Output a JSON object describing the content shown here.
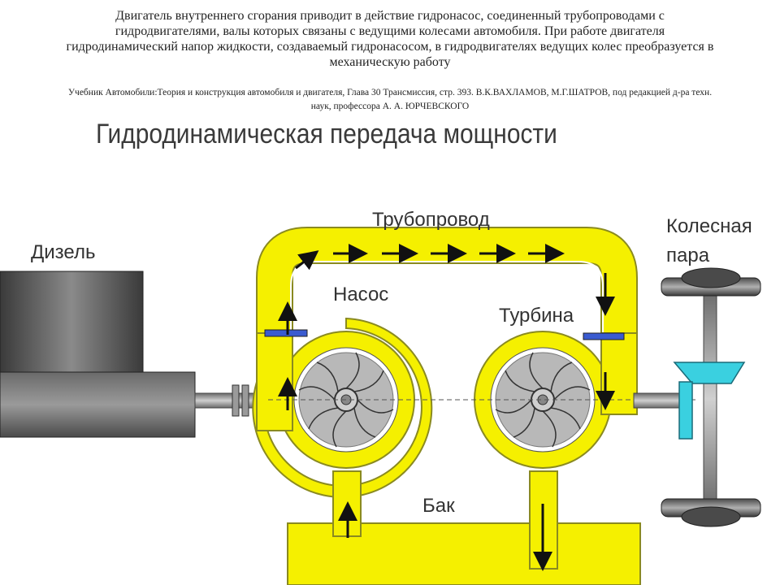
{
  "description": {
    "lines": [
      "Двигатель внутреннего сгорания приводит в действие гидронасос, соединенный трубопроводами с",
      "гидродвигателями, валы которых связаны с ведущими колесами автомобиля. При работе двигателя",
      "гидродинамический напор жидкости, создаваемый гидронасосом, в гидродвигателях ведущих колес преобразуется в",
      "механическую работу"
    ]
  },
  "source": {
    "lines": [
      "Учебник Автомобили:Теория и конструкция автомобиля и двигателя, Глава 30 Трансмиссия, стр. 393.  В.К.ВАХЛАМОВ, М.Г.ШАТРОВ, под редакцией  д-ра техн.",
      "наук, профессора А. А. ЮРЧЕВСКОГО"
    ]
  },
  "title": "Гидродинамическая передача мощности",
  "labels": {
    "diesel": "Дизель",
    "pipeline": "Трубопровод",
    "pump": "Насос",
    "turbine": "Турбина",
    "wheelset_line1": "Колесная",
    "wheelset_line2": "пара",
    "tank": "Бак"
  },
  "colors": {
    "fluid": "#f5f000",
    "fluid_outline": "#8a8a20",
    "arrow": "#111111",
    "engine": "#5a5a5a",
    "impeller": "#b8b8b8",
    "gear": "#3ad0e0",
    "flange": "#3a5bd0"
  }
}
